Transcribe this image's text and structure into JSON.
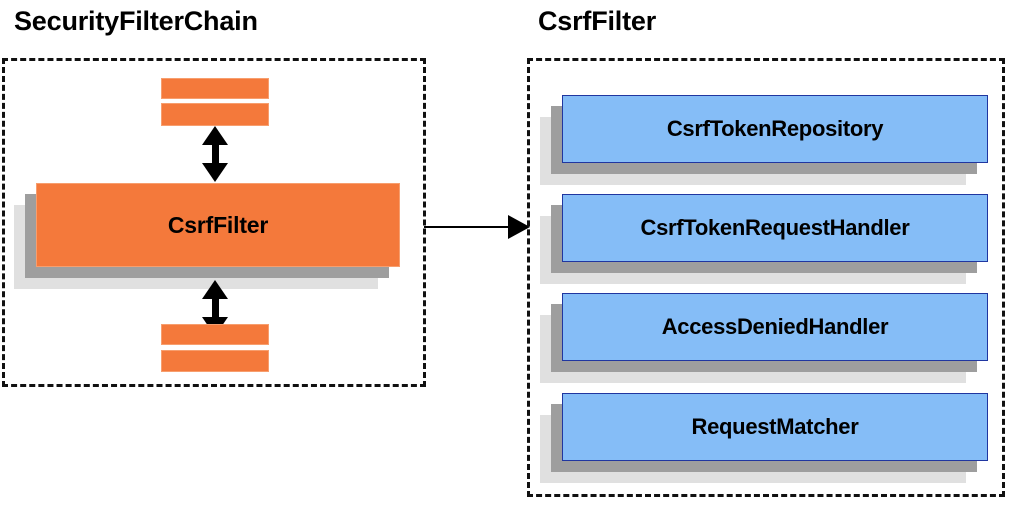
{
  "diagram": {
    "type": "component-collaboration-diagram",
    "background_color": "#ffffff",
    "panels": [
      {
        "id": "security-filter-chain",
        "title": "SecurityFilterChain",
        "border_style": "dashed",
        "border_color": "#111111",
        "highlighted_component": {
          "label": "CsrfFilter",
          "fill_color": "#f4793b",
          "border_color": "#f79e6e"
        },
        "other_filters_above": 2,
        "other_filters_below": 2,
        "connector_up": "double-headed-vertical-arrow",
        "connector_down": "double-headed-vertical-arrow"
      },
      {
        "id": "csrf-filter-detail",
        "title": "CsrfFilter",
        "border_style": "dashed",
        "border_color": "#111111",
        "collaborators": [
          {
            "label": "CsrfTokenRepository",
            "fill_color": "#85bdf7",
            "border_color": "#2036a0"
          },
          {
            "label": "CsrfTokenRequestHandler",
            "fill_color": "#85bdf7",
            "border_color": "#2036a0"
          },
          {
            "label": "AccessDeniedHandler",
            "fill_color": "#85bdf7",
            "border_color": "#2036a0"
          },
          {
            "label": "RequestMatcher",
            "fill_color": "#85bdf7",
            "border_color": "#2036a0"
          }
        ]
      }
    ],
    "cross_panel_connector": {
      "type": "single-headed-horizontal-arrow",
      "from": "CsrfFilter",
      "to": "csrf-filter-detail",
      "color": "#000000"
    },
    "shadow_colors": {
      "near": "#9e9e9e",
      "far": "#e0e0e0"
    }
  }
}
